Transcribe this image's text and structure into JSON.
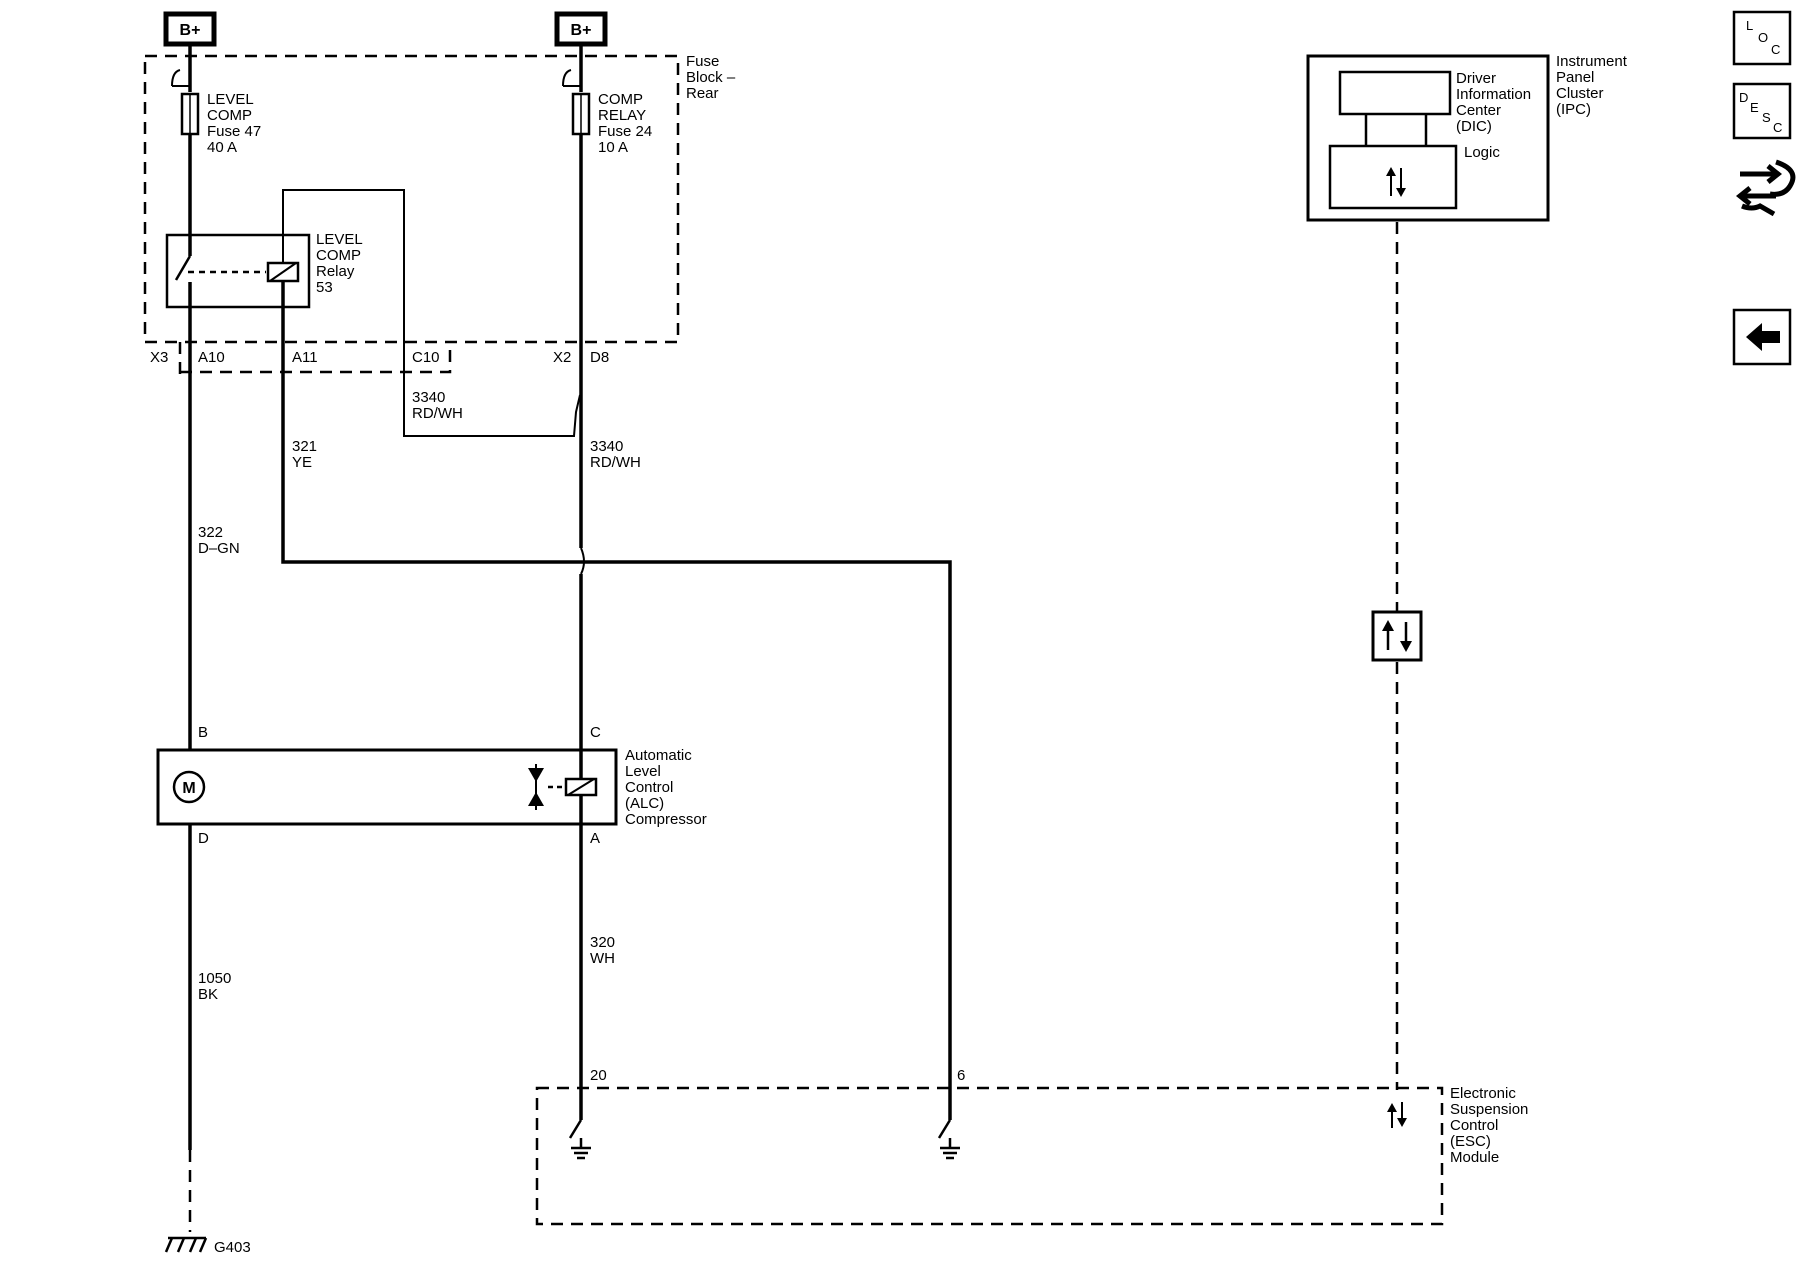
{
  "power": {
    "left": "B+",
    "right": "B+"
  },
  "fuse_block": {
    "name_lines": [
      "Fuse",
      "Block –",
      "Rear"
    ],
    "fuse_47_lines": [
      "LEVEL",
      "COMP",
      "Fuse 47",
      "40 A"
    ],
    "fuse_24_lines": [
      "COMP",
      "RELAY",
      "Fuse 24",
      "10 A"
    ],
    "relay_lines": [
      "LEVEL",
      "COMP",
      "Relay",
      "53"
    ]
  },
  "connectors": {
    "x3": "X3",
    "a10": "A10",
    "a11": "A11",
    "c10": "C10",
    "x2": "X2",
    "d8": "D8"
  },
  "wires": {
    "jumper_3340": [
      "3340",
      "RD/WH"
    ],
    "w321": [
      "321",
      "YE"
    ],
    "w3340": [
      "3340",
      "RD/WH"
    ],
    "w322": [
      "322",
      "D–GN"
    ],
    "w320": [
      "320",
      "WH"
    ],
    "w1050": [
      "1050",
      "BK"
    ]
  },
  "compressor": {
    "pin_b": "B",
    "pin_c": "C",
    "pin_d": "D",
    "pin_a": "A",
    "motor": "M",
    "name_lines": [
      "Automatic",
      "Level",
      "Control",
      "(ALC)",
      "Compressor"
    ]
  },
  "esc": {
    "pin_20": "20",
    "pin_6": "6",
    "name_lines": [
      "Electronic",
      "Suspension",
      "Control",
      "(ESC)",
      "Module"
    ]
  },
  "ipc": {
    "dic_lines": [
      "Driver",
      "Information",
      "Center",
      "(DIC)"
    ],
    "logic": "Logic",
    "name_lines": [
      "Instrument",
      "Panel",
      "Cluster",
      "(IPC)"
    ]
  },
  "ground": {
    "g403": "G403"
  },
  "nav": {
    "loc": [
      "L",
      "O",
      "C"
    ],
    "desc": [
      "D",
      "E",
      "S",
      "C"
    ]
  }
}
